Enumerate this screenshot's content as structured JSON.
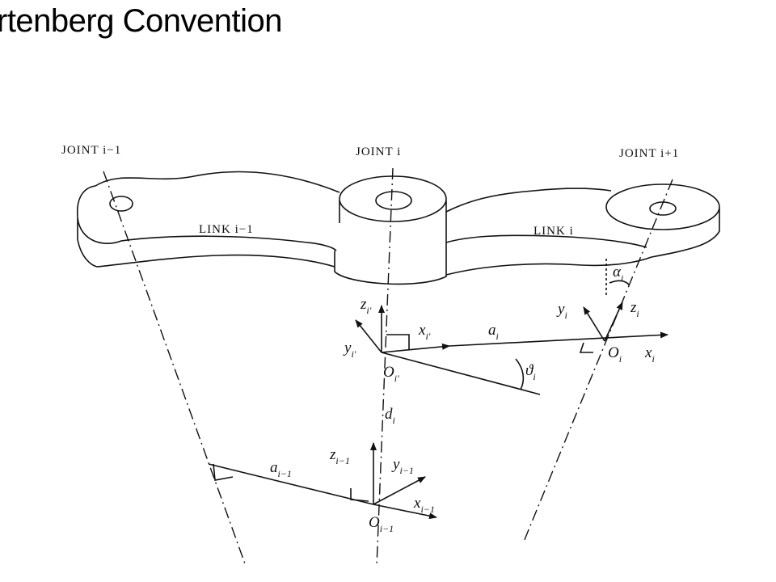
{
  "title": "rtenberg Convention",
  "joints": {
    "prev": "JOINT i−1",
    "curr": "JOINT i",
    "next": "JOINT i+1"
  },
  "links": {
    "prev": "LINK i−1",
    "curr": "LINK i"
  },
  "frames": {
    "upper_prime": {
      "z": "z",
      "z_sub": "i'",
      "x": "x",
      "x_sub": "i'",
      "y": "y",
      "y_sub": "i'",
      "o": "O",
      "o_sub": "i'"
    },
    "frame_i": {
      "z": "z",
      "z_sub": "i",
      "x": "x",
      "x_sub": "i",
      "y": "y",
      "y_sub": "i",
      "o": "O",
      "o_sub": "i"
    },
    "frame_prev": {
      "z": "z",
      "z_sub": "i−1",
      "x": "x",
      "x_sub": "i−1",
      "y": "y",
      "y_sub": "i−1",
      "o": "O",
      "o_sub": "i−1"
    }
  },
  "params": {
    "a_i": "a",
    "a_i_sub": "i",
    "a_prev": "a",
    "a_prev_sub": "i−1",
    "d_i": "d",
    "d_i_sub": "i",
    "theta_i": "ϑ",
    "theta_i_sub": "i",
    "alpha_i": "α",
    "alpha_i_sub": "i"
  }
}
